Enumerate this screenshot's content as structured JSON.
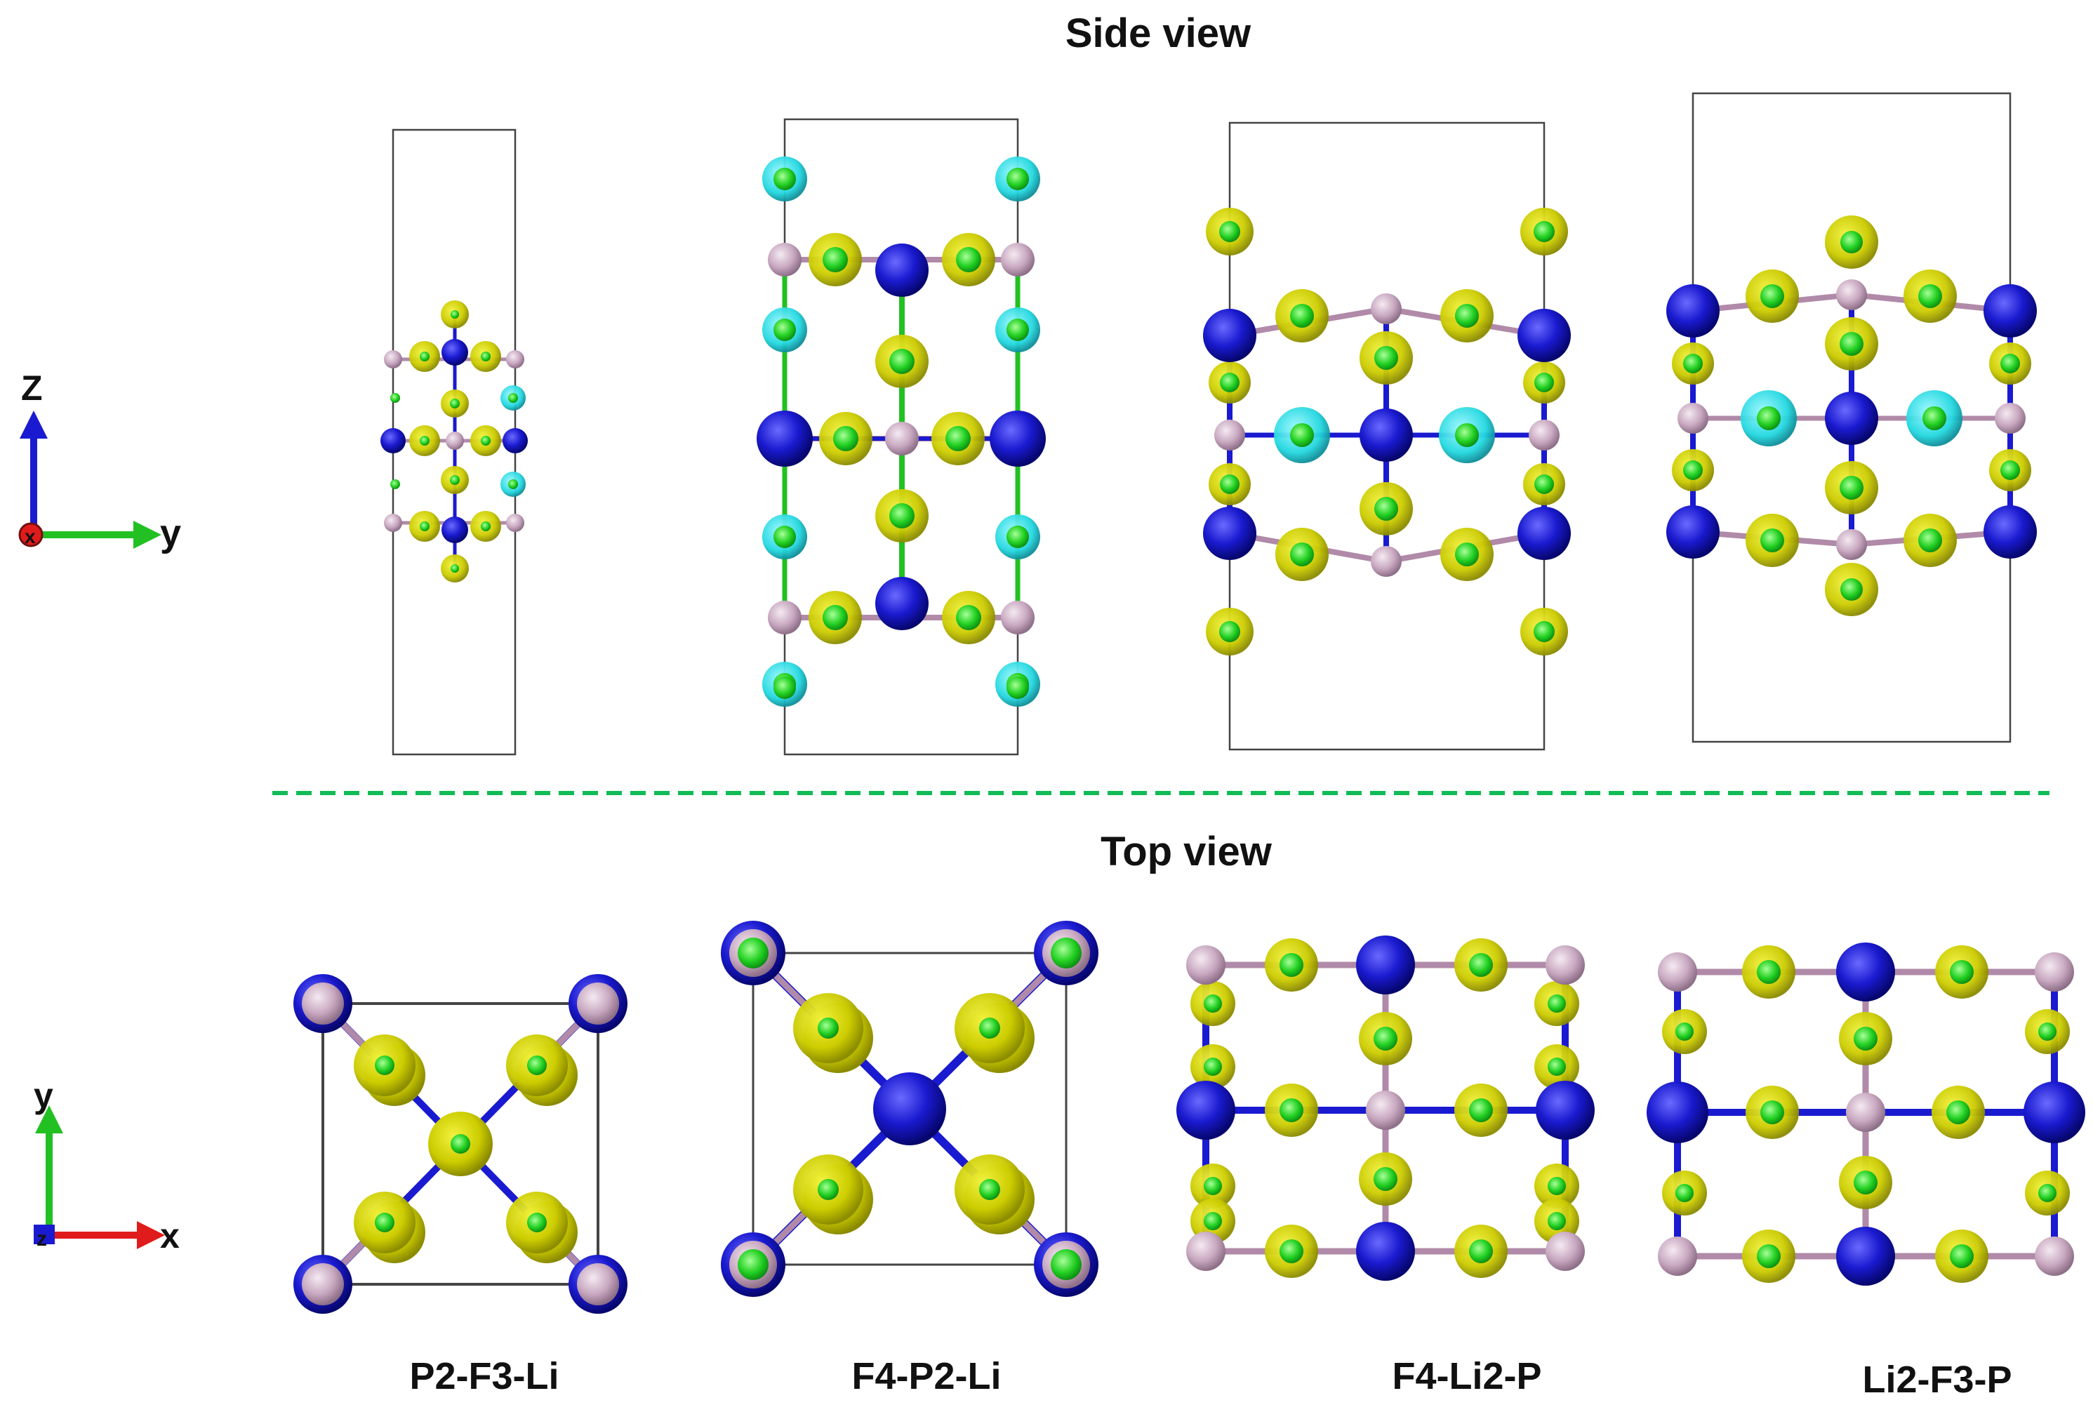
{
  "headings": {
    "side_view": "Side view",
    "top_view": "Top view"
  },
  "structures": [
    "P2-F3-Li",
    "F4-P2-Li",
    "F4-Li2-P",
    "Li2-F3-P"
  ],
  "axes": {
    "side": {
      "vertical": "Z",
      "horizontal": "y",
      "out": "x"
    },
    "top": {
      "vertical": "y",
      "horizontal": "x",
      "out": "z"
    }
  },
  "legend_colors": {
    "li_atom": "#1a1ad0",
    "p_atom": "#c8a8c0",
    "f_atom": "#22d022",
    "charge_density": "#cccc00",
    "charge_density_cyan": "#22d8e0",
    "separator": "#11bb55",
    "axis_red": "#e01b1b"
  }
}
